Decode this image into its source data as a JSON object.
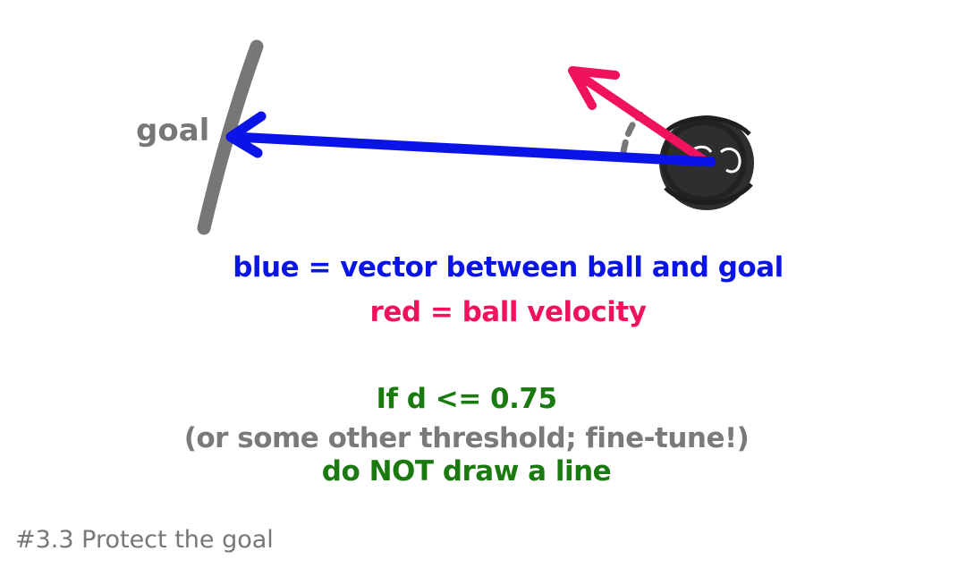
{
  "diagram": {
    "goal_label": "goal",
    "legend_blue": "blue = vector between ball and goal",
    "legend_red": "red = ball velocity",
    "condition_line1": "If d <= 0.75",
    "condition_line2": "(or some other threshold; fine-tune!)",
    "condition_line3": "do NOT draw a line",
    "caption": "#3.3 Protect the goal",
    "colors": {
      "blue": "#0a14e6",
      "red": "#f0125f",
      "green": "#1a7a10",
      "gray": "#777777",
      "ball": "#2e2e2e"
    }
  }
}
